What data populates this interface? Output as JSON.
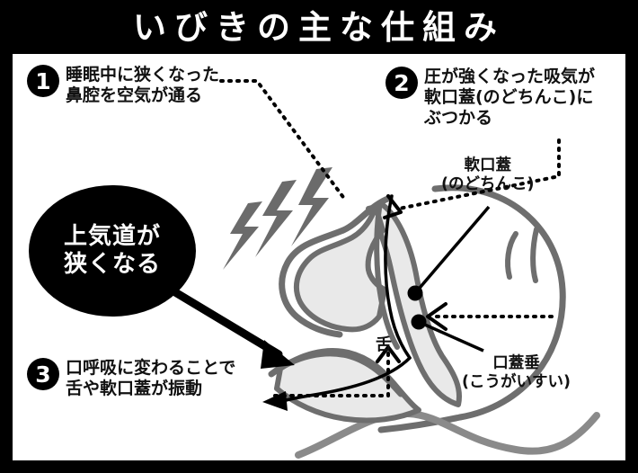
{
  "header": {
    "title": "いびきの主な仕組み"
  },
  "colors": {
    "frame": "#000000",
    "canvas": "#ffffff",
    "anatomy_stroke": "#6e6e6e",
    "anatomy_fill": "#e9e9e9",
    "lightning": "#6b6b6b",
    "text": "#111111",
    "emphasis_bg": "#000000",
    "emphasis_text": "#ffffff"
  },
  "callouts": [
    {
      "number": "1",
      "text": "睡眠中に狭くなった\n鼻腔を空気が通る"
    },
    {
      "number": "2",
      "text": "圧が強くなった吸気が\n軟口蓋(のどちんこ)に\nぶつかる"
    },
    {
      "number": "3",
      "text": "口呼吸に変わることで\n舌や軟口蓋が振動"
    }
  ],
  "emphasis": {
    "text": "上気道が\n狭くなる"
  },
  "anatomy_labels": {
    "soft_palate": "軟口蓋\n(のどちんこ)",
    "uvula": "口蓋垂\n(こうがいすい)",
    "tongue": "舌"
  },
  "figure": {
    "description": "head-sagittal-cross-section",
    "markers": [
      "soft-palate-dot",
      "uvula-dot"
    ],
    "effects": [
      "lightning-bolts",
      "airflow-arrow",
      "dotted-leader-lines"
    ]
  }
}
